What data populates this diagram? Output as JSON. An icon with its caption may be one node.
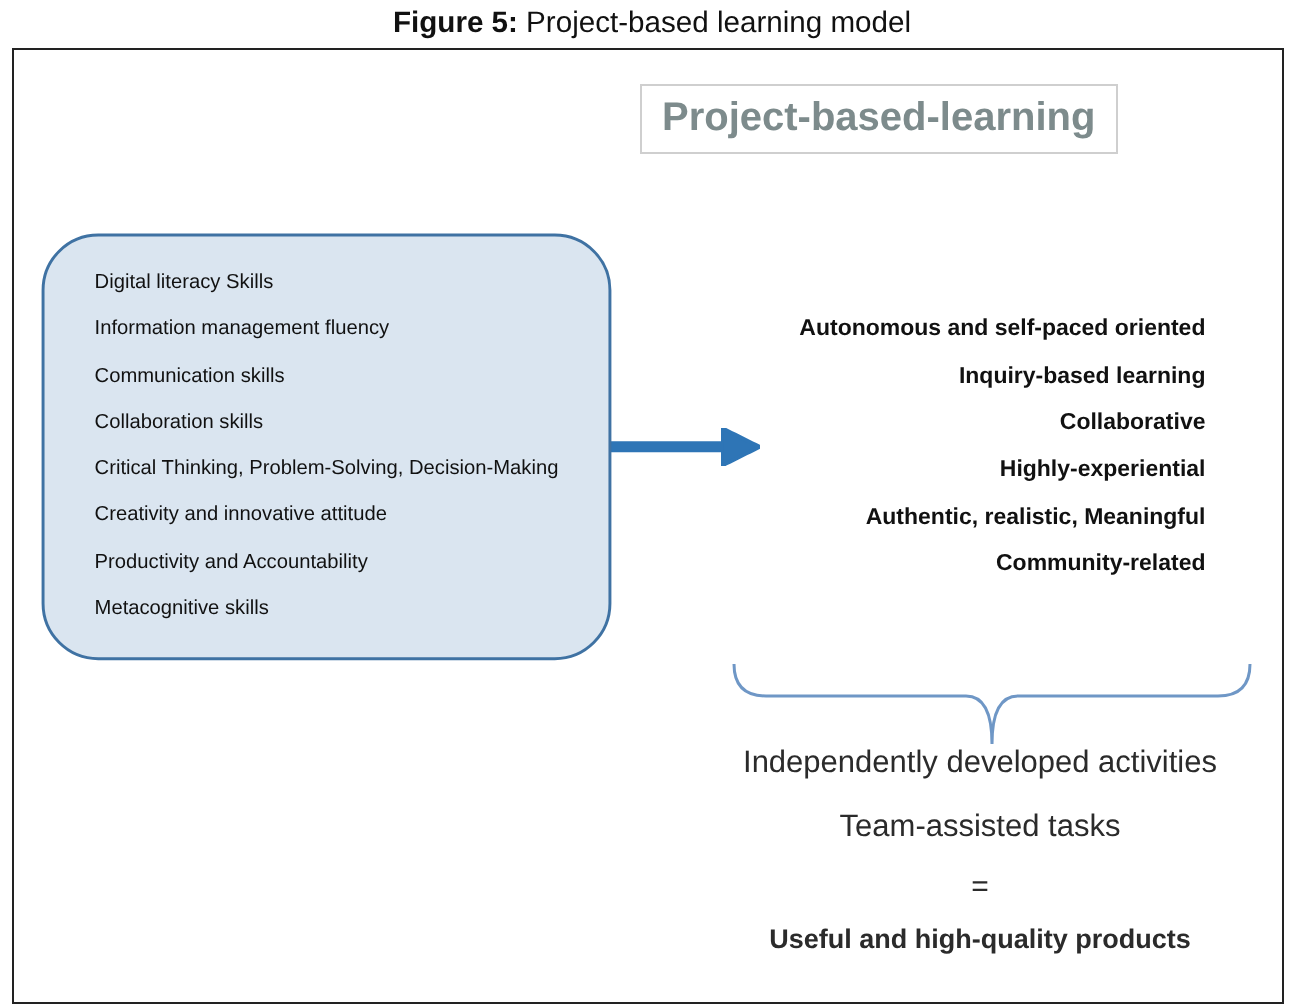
{
  "diagram": {
    "title": "Project-based-learning",
    "caption": "**Figure 5:** Project-based learning model",
    "nodes": [
      {
        "text": [
          "Digital literacy Skills",
          "Information management fluency",
          "Communication skills",
          "Collaboration skills",
          "Critical Thinking, Problem-Solving, Decision-Making",
          "Creativity and innovative attitude",
          "Productivity and Accountability",
          "Metacognitive skills"
        ]
      },
      {
        "text": [
          "Autonomous and self-paced oriented",
          "Inquiry-based learning",
          "Collaborative",
          "Highly-experiential",
          "Authentic, realistic, Meaningful",
          "Community-related"
        ]
      }
    ],
    "edges": [
      {
        "from": 0,
        "to": 1,
        "arrow": "to",
        "color": "#2e75b6"
      }
    ],
    "labels": [
      "Independently developed activities",
      "Team-assisted tasks",
      "=",
      "Useful and high-quality products"
    ]
  }
}
